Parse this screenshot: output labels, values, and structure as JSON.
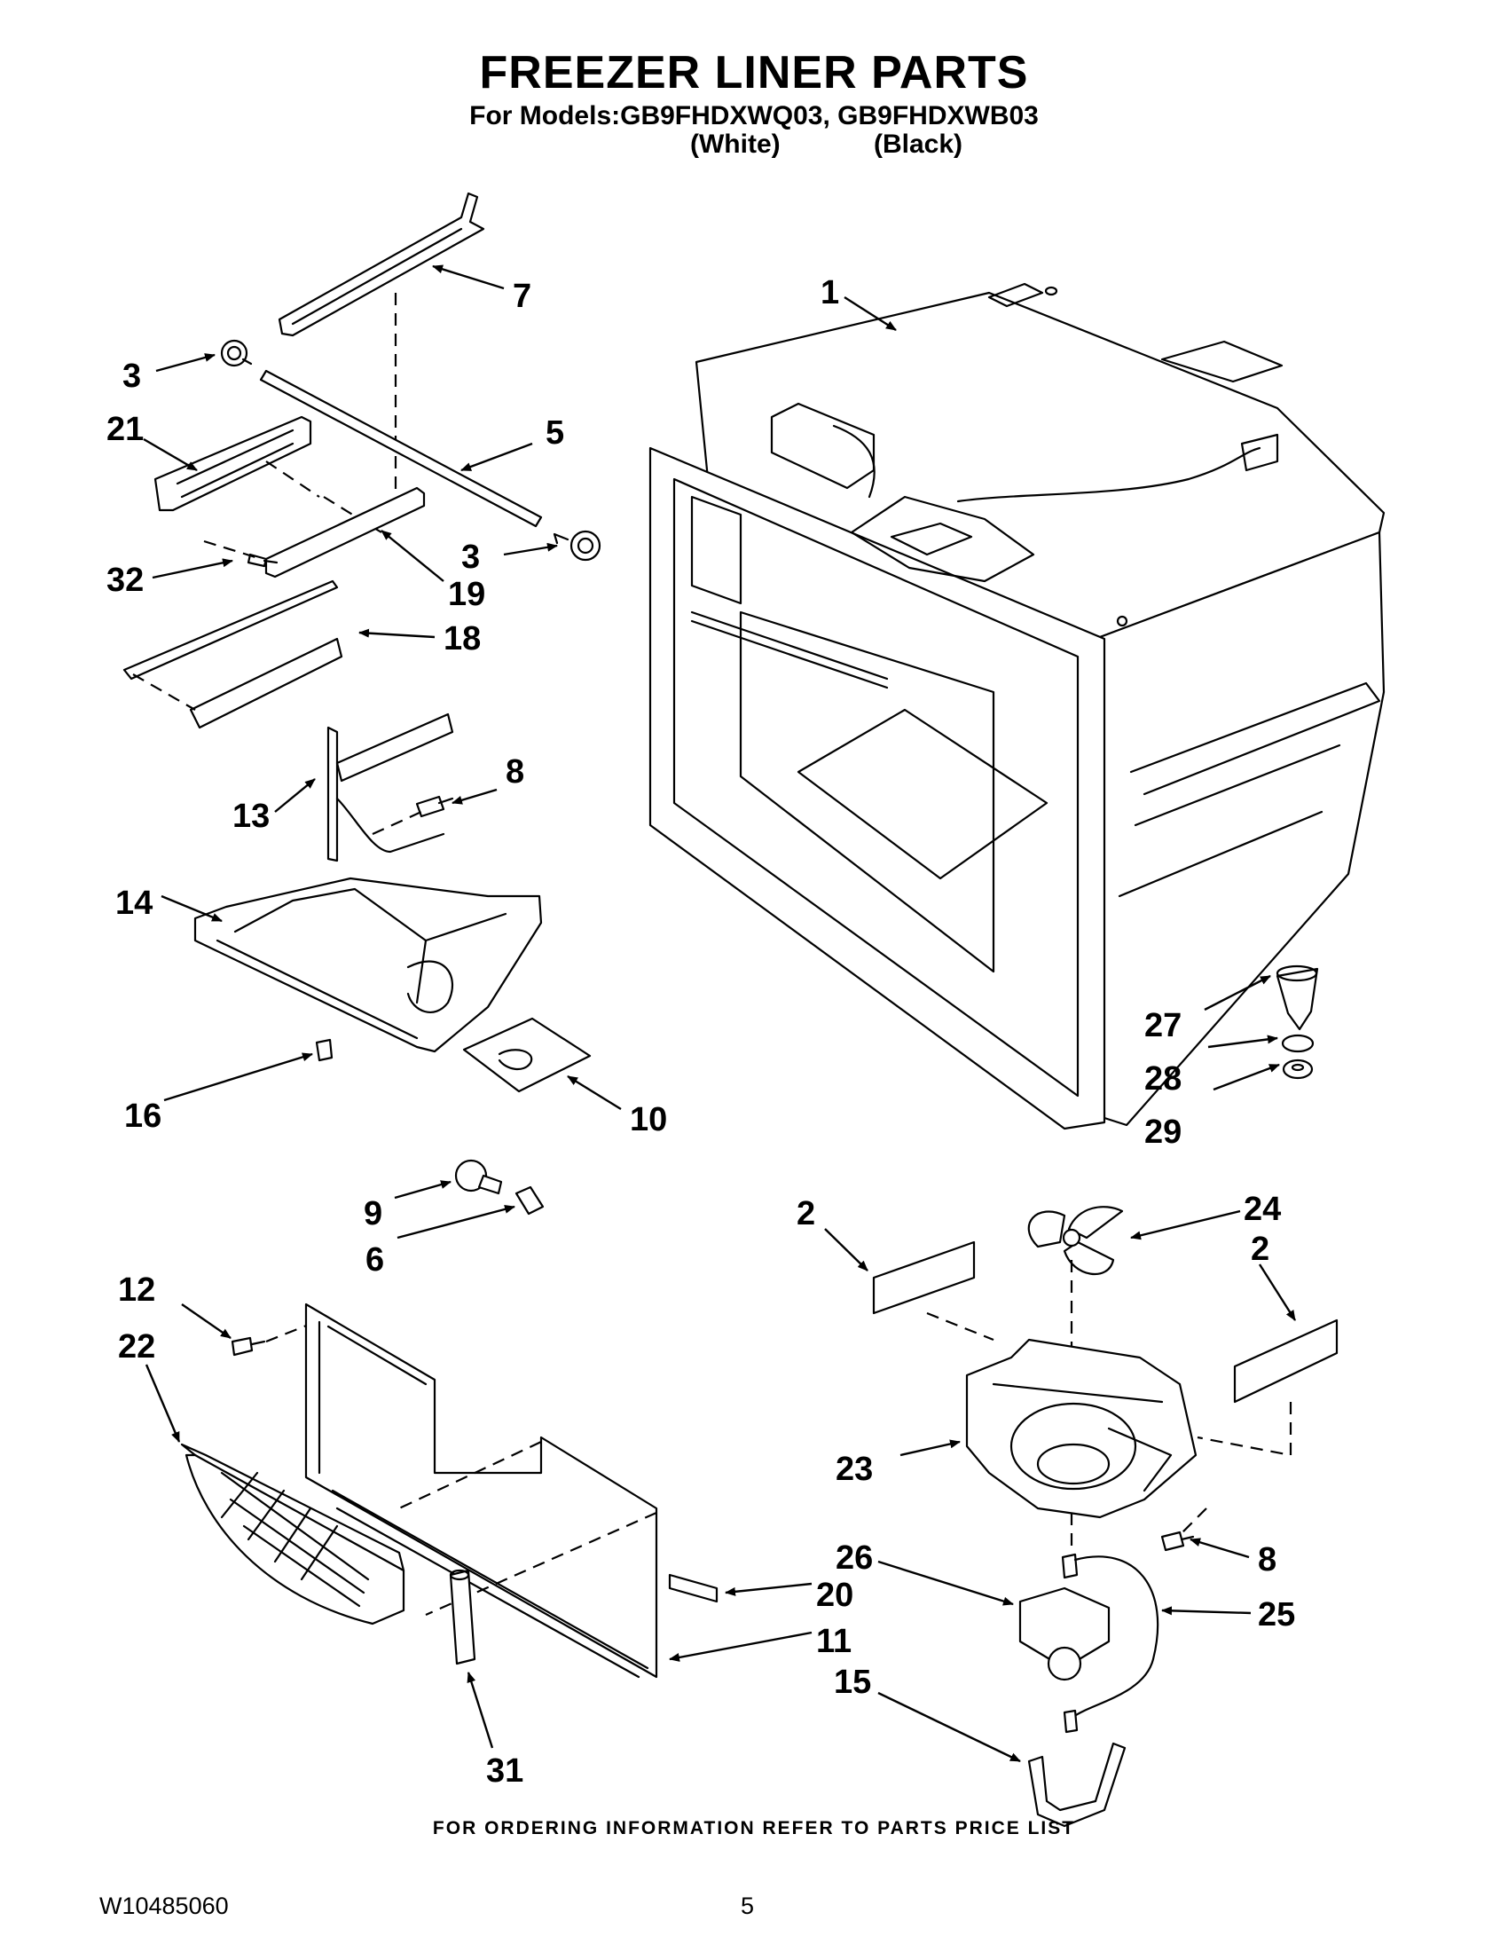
{
  "header": {
    "title": "FREEZER LINER PARTS",
    "models_line": "For Models:GB9FHDXWQ03, GB9FHDXWB03",
    "variant_white": "(White)",
    "variant_black": "(Black)"
  },
  "callouts": {
    "c1": "1",
    "c2a": "2",
    "c2b": "2",
    "c3a": "3",
    "c3b": "3",
    "c5": "5",
    "c6": "6",
    "c7": "7",
    "c8a": "8",
    "c8b": "8",
    "c9": "9",
    "c10": "10",
    "c11": "11",
    "c12": "12",
    "c13": "13",
    "c14": "14",
    "c15": "15",
    "c16": "16",
    "c18": "18",
    "c19": "19",
    "c20": "20",
    "c21": "21",
    "c22": "22",
    "c23": "23",
    "c24": "24",
    "c25": "25",
    "c26": "26",
    "c27": "27",
    "c28": "28",
    "c29": "29",
    "c31": "31",
    "c32": "32"
  },
  "footer": {
    "ordering_note": "FOR ORDERING INFORMATION REFER TO PARTS PRICE LIST",
    "doc_number": "W10485060",
    "page_number": "5"
  }
}
